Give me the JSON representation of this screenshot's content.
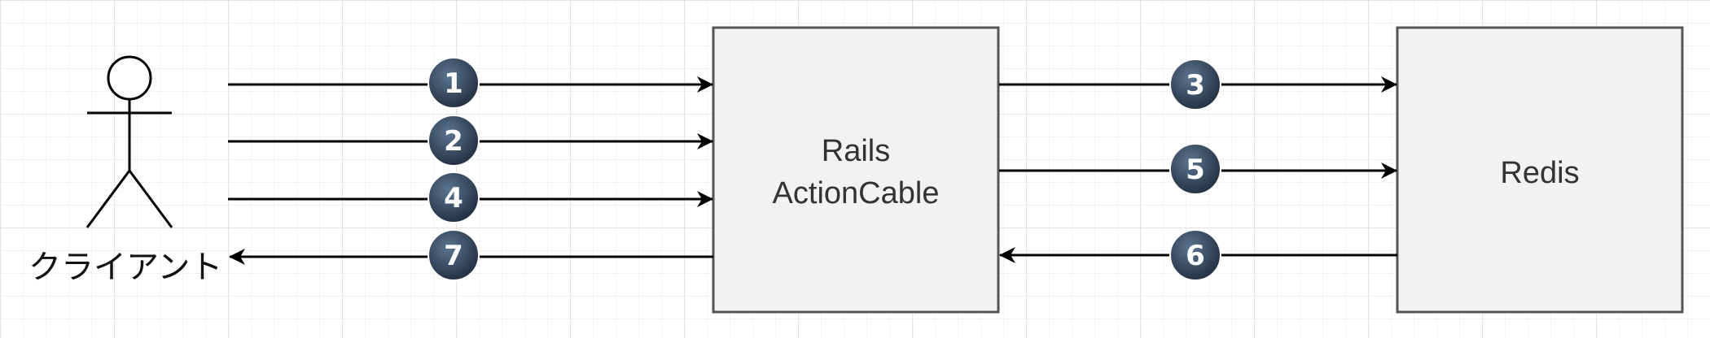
{
  "actor": {
    "label": "クライアント"
  },
  "nodes": {
    "rails": {
      "line1": "Rails",
      "line2": "ActionCable"
    },
    "redis": {
      "label": "Redis"
    }
  },
  "steps": [
    "1",
    "2",
    "3",
    "4",
    "5",
    "6",
    "7"
  ],
  "colors": {
    "box_fill": "#f2f2f2",
    "box_stroke": "#555555",
    "badge_fill": "#34495e",
    "line": "#000000"
  }
}
